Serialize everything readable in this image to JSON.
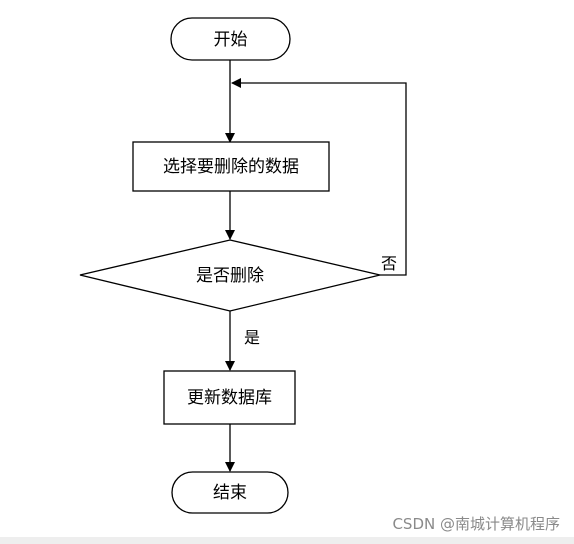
{
  "diagram": {
    "nodes": {
      "start": "开始",
      "select": "选择要删除的数据",
      "decision": "是否删除",
      "update": "更新数据库",
      "end": "结束"
    },
    "edges": {
      "yes_label": "是",
      "no_label": "否"
    }
  },
  "watermark": "CSDN @南城计算机程序",
  "colors": {
    "stroke": "#000000",
    "background": "#ffffff",
    "watermark": "#8a8a8a"
  }
}
